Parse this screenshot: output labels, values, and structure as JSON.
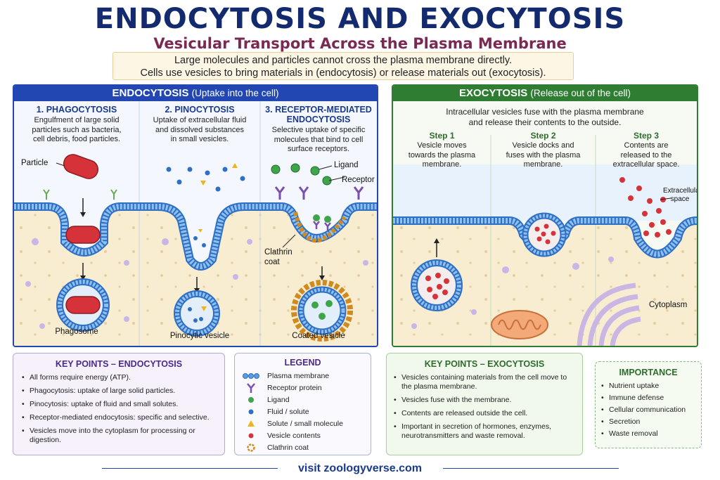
{
  "title": "ENDOCYTOSIS AND EXOCYTOSIS",
  "subtitle": "Vesicular Transport Across the Plasma Membrane",
  "intro": {
    "line1": "Large molecules and particles cannot cross the plasma membrane directly.",
    "line2": "Cells use vesicles to bring materials in (endocytosis) or release materials out (exocytosis)."
  },
  "endocytosis": {
    "header_bold": "ENDOCYTOSIS",
    "header_thin": "(Uptake into the cell)",
    "phagocytosis": {
      "title": "1. PHAGOCYTOSIS",
      "desc": [
        "Engulfment of large solid",
        "particles such as bacteria,",
        "cell debris, food particles."
      ],
      "label_particle": "Particle",
      "label_vesicle": "Phagosome"
    },
    "pinocytosis": {
      "title": "2. PINOCYTOSIS",
      "desc": [
        "Uptake of extracellular fluid",
        "and dissolved substances",
        "in small vesicles."
      ],
      "label_vesicle": "Pinocytic vesicle"
    },
    "receptor": {
      "title": [
        "3. RECEPTOR-MEDIATED",
        "ENDOCYTOSIS"
      ],
      "desc": [
        "Selective uptake of specific",
        "molecules that bind to cell",
        "surface receptors."
      ],
      "label_ligand": "Ligand",
      "label_receptor": "Receptor",
      "label_clathrin": [
        "Clathrin",
        "coat"
      ],
      "label_vesicle": "Coated vesicle"
    }
  },
  "exocytosis": {
    "header_bold": "EXOCYTOSIS",
    "header_thin": "(Release out of the cell)",
    "desc": [
      "Intracellular vesicles fuse with the plasma membrane",
      "and release their contents to the outside."
    ],
    "steps": [
      {
        "title": "Step 1",
        "desc": [
          "Vesicle moves",
          "towards the plasma",
          "membrane."
        ]
      },
      {
        "title": "Step 2",
        "desc": [
          "Vesicle docks and",
          "fuses with the plasma",
          "membrane."
        ]
      },
      {
        "title": "Step 3",
        "desc": [
          "Contents are",
          "released to the",
          "extracellular space."
        ]
      }
    ],
    "label_extracellular": [
      "Extracellular",
      "space"
    ],
    "label_cytoplasm": "Cytoplasm"
  },
  "key_points_endo": {
    "title": "KEY POINTS – ENDOCYTOSIS",
    "items": [
      "All forms require energy (ATP).",
      "Phagocytosis: uptake of large solid particles.",
      "Pinocytosis: uptake of fluid and small solutes.",
      "Receptor-mediated endocytosis: specific and selective.",
      "Vesicles move into the cytoplasm for processing or digestion."
    ]
  },
  "legend": {
    "title": "LEGEND",
    "items": [
      {
        "icon": "membrane-icon",
        "label": "Plasma membrane"
      },
      {
        "icon": "receptor-icon",
        "label": "Receptor protein"
      },
      {
        "icon": "ligand-icon",
        "label": "Ligand"
      },
      {
        "icon": "fluid-icon",
        "label": "Fluid / solute"
      },
      {
        "icon": "solute-icon",
        "label": "Solute / small molecule"
      },
      {
        "icon": "vesicle-contents-icon",
        "label": "Vesicle contents"
      },
      {
        "icon": "clathrin-icon",
        "label": "Clathrin coat"
      }
    ]
  },
  "key_points_exo": {
    "title": "KEY POINTS – EXOCYTOSIS",
    "items": [
      "Vesicles containing materials from the cell move to the plasma membrane.",
      "Vesicles fuse with the membrane.",
      "Contents are released outside the cell.",
      "Important in secretion of hormones, enzymes, neurotransmitters and waste removal."
    ]
  },
  "importance": {
    "title": "IMPORTANCE",
    "items": [
      "Nutrient uptake",
      "Immune defense",
      "Cellular communication",
      "Secretion",
      "Waste removal"
    ]
  },
  "footer": "visit zoologyverse.com",
  "colors": {
    "endo_accent": "#2347b2",
    "exo_accent": "#2e7d32",
    "title": "#142a6e",
    "subtitle": "#7a2a52",
    "membrane": "#5b9be0",
    "particle": "#d6323a",
    "ligand": "#3fa54a",
    "solute": "#f0b41a",
    "clathrin": "#d08a1e",
    "receptor": "#7b4fb0"
  }
}
